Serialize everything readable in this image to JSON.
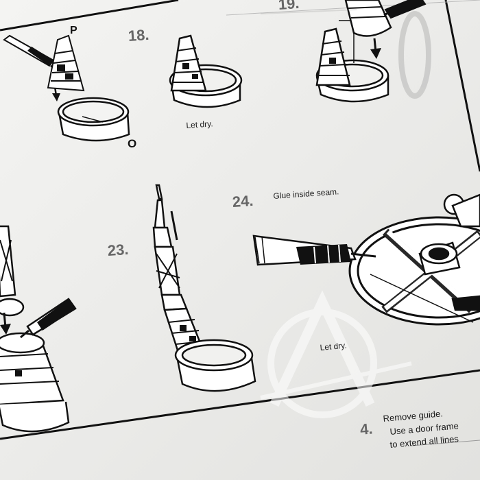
{
  "labels": {
    "part_p": "P",
    "part_o": "O",
    "step_18": "18.",
    "step_19": "19.",
    "step_23": "23.",
    "step_24": "24.",
    "step_4": "4."
  },
  "notes": {
    "let_dry_18": "Let dry.",
    "glue_inside_seam": "Glue inside seam.",
    "let_dry_24": "Let dry.",
    "remove_guide_1": "Remove guide.",
    "remove_guide_2": "Use a door frame",
    "remove_guide_3": "to extend all lines"
  },
  "colors": {
    "paper": "#f2f2f0",
    "ink": "#111111",
    "step_number": "#666666",
    "watermark": "#ffffff"
  }
}
